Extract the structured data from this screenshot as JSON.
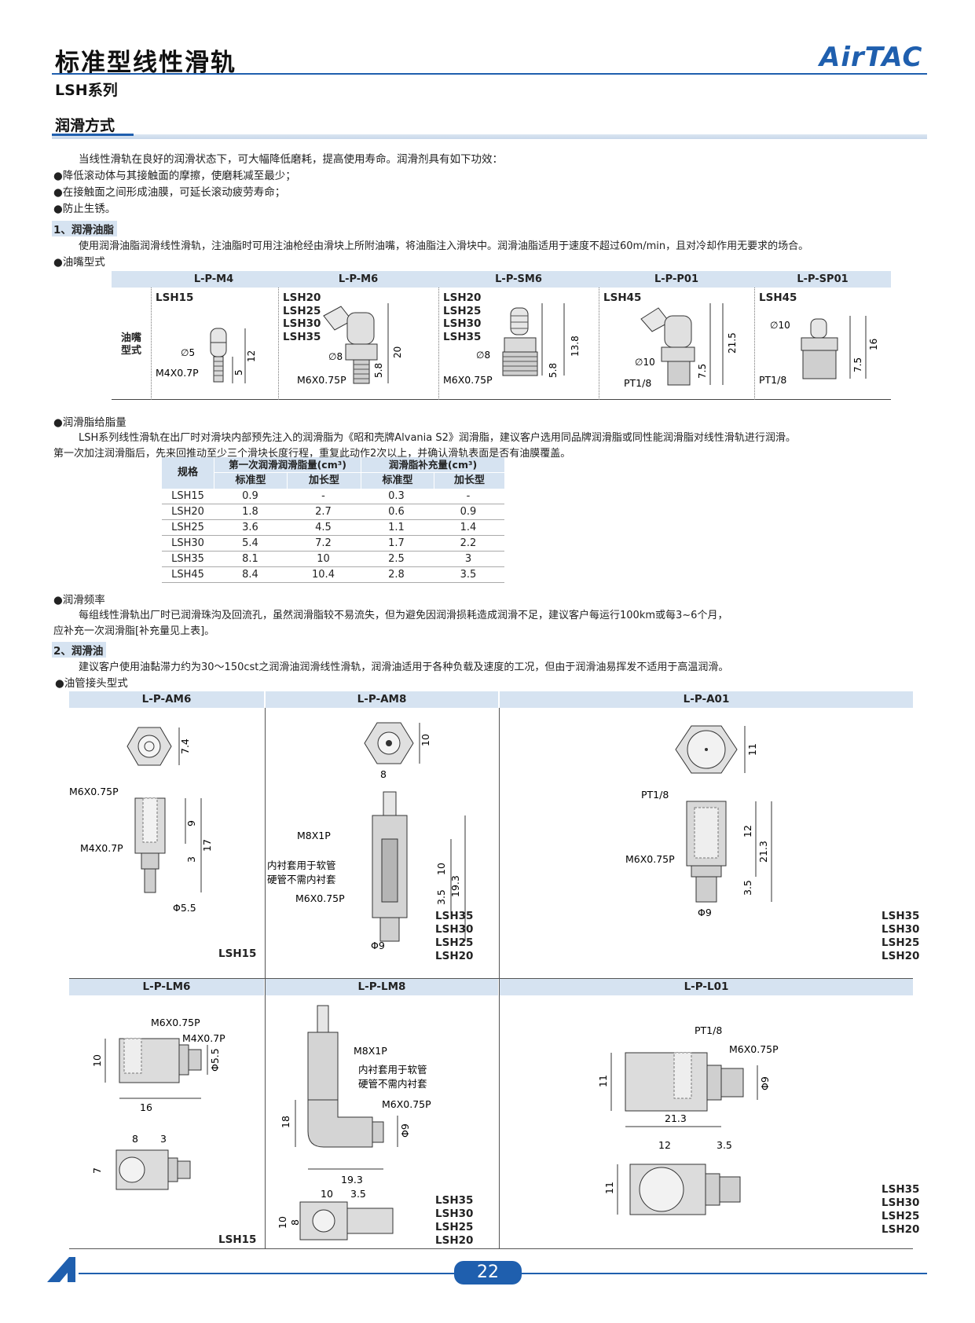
{
  "header": {
    "title": "标准型线性滑轨",
    "series": "LSH系列",
    "logo": "AirTAC"
  },
  "section_title": "润滑方式",
  "intro": {
    "lead": "当线性滑轨在良好的润滑状态下，可大幅降低磨耗，提高使用寿命。润滑剂具有如下功效：",
    "bullets": [
      "●降低滚动体与其接触面的摩擦，使磨耗减至最少；",
      "●在接触面之间形成油膜，可延长滚动疲劳寿命；",
      "●防止生锈。"
    ]
  },
  "grease": {
    "heading": "1、润滑油脂",
    "desc": "使用润滑油脂润滑线性滑轨，注油脂时可用注油枪经由滑块上所附油嘴，将油脂注入滑块中。润滑油脂适用于速度不超过60m/min，且对冷却作用无要求的场合。",
    "nozzle_bullet": "●油嘴型式",
    "row_label": "油嘴型式",
    "nozzles": [
      {
        "code": "L-P-M4",
        "models": [
          "LSH15"
        ],
        "thread": "M4X0.7P",
        "dims": [
          "∅5",
          "5",
          "12"
        ]
      },
      {
        "code": "L-P-M6",
        "models": [
          "LSH20",
          "LSH25",
          "LSH30",
          "LSH35"
        ],
        "thread": "M6X0.75P",
        "dims": [
          "∅8",
          "5.8",
          "20"
        ]
      },
      {
        "code": "L-P-SM6",
        "models": [
          "LSH20",
          "LSH25",
          "LSH30",
          "LSH35"
        ],
        "thread": "M6X0.75P",
        "dims": [
          "∅8",
          "5.8",
          "13.8"
        ]
      },
      {
        "code": "L-P-P01",
        "models": [
          "LSH45"
        ],
        "thread": "PT1/8",
        "dims": [
          "∅10",
          "7.5",
          "21.5"
        ]
      },
      {
        "code": "L-P-SP01",
        "models": [
          "LSH45"
        ],
        "thread": "PT1/8",
        "dims": [
          "∅10",
          "7.5",
          "16"
        ]
      }
    ],
    "amount_bullet": "●润滑脂给脂量",
    "amount_text1": "LSH系列线性滑轨在出厂时对滑块内部预先注入的润滑脂为《昭和壳牌Alvania S2》润滑脂，建议客户选用同品牌润滑脂或同性能润滑脂对线性滑轨进行润滑。",
    "amount_text2": "第一次加注润滑脂后，先来回推动至少三个滑块长度行程，重复此动作2次以上，并确认滑轨表面是否有油膜覆盖。",
    "table": {
      "col_spec": "规格",
      "col_first": "第一次润滑润滑脂量(cm³)",
      "col_refill": "润滑脂补充量(cm³)",
      "sub_std": "标准型",
      "sub_long": "加长型",
      "rows": [
        [
          "LSH15",
          "0.9",
          "-",
          "0.3",
          "-"
        ],
        [
          "LSH20",
          "1.8",
          "2.7",
          "0.6",
          "0.9"
        ],
        [
          "LSH25",
          "3.6",
          "4.5",
          "1.1",
          "1.4"
        ],
        [
          "LSH30",
          "5.4",
          "7.2",
          "1.7",
          "2.2"
        ],
        [
          "LSH35",
          "8.1",
          "10",
          "2.5",
          "3"
        ],
        [
          "LSH45",
          "8.4",
          "10.4",
          "2.8",
          "3.5"
        ]
      ]
    },
    "freq_bullet": "●润滑频率",
    "freq_text1": "每组线性滑轨出厂时已润滑珠沟及回流孔，虽然润滑脂较不易流失，但为避免因润滑损耗造成润滑不足，建议客户每运行100km或每3~6个月，",
    "freq_text2": "应补充一次润滑脂[补充量见上表]。"
  },
  "oil": {
    "heading": "2、润滑油",
    "desc": "建议客户使用油黏滞力约为30～150cst之润滑油润滑线性滑轨，润滑油适用于各种负载及速度的工况，但由于润滑油易挥发不适用于高温润滑。",
    "joint_bullet": "●油管接头型式",
    "fittings": [
      {
        "code": "L-P-AM6",
        "models": [
          "LSH15"
        ],
        "labels": [
          "M6X0.75P",
          "M4X0.7P",
          "Φ5.5",
          "7.4",
          "9",
          "3",
          "17"
        ]
      },
      {
        "code": "L-P-AM8",
        "models": [
          "LSH35",
          "LSH30",
          "LSH25",
          "LSH20"
        ],
        "labels": [
          "M8X1P",
          "内衬套用于软管",
          "硬管不需内衬套",
          "M6X0.75P",
          "Φ9",
          "8",
          "10",
          "10",
          "3.5",
          "19.3"
        ]
      },
      {
        "code": "L-P-A01",
        "models": [
          "LSH35",
          "LSH30",
          "LSH25",
          "LSH20"
        ],
        "labels": [
          "PT1/8",
          "M6X0.75P",
          "Φ9",
          "11",
          "12",
          "21.3",
          "3.5"
        ]
      },
      {
        "code": "L-P-LM6",
        "models": [
          "LSH15"
        ],
        "labels": [
          "M6X0.75P",
          "M4X0.7P",
          "Φ5.5",
          "10",
          "16",
          "8",
          "3",
          "7"
        ]
      },
      {
        "code": "L-P-LM8",
        "models": [
          "LSH35",
          "LSH30",
          "LSH25",
          "LSH20"
        ],
        "labels": [
          "M8X1P",
          "内衬套用于软管",
          "硬管不需内衬套",
          "M6X0.75P",
          "Φ9",
          "18",
          "19.3",
          "10",
          "3.5",
          "10",
          "8"
        ]
      },
      {
        "code": "L-P-L01",
        "models": [
          "LSH35",
          "LSH30",
          "LSH25",
          "LSH20"
        ],
        "labels": [
          "PT1/8",
          "M6X0.75P",
          "Φ9",
          "11",
          "21.3",
          "12",
          "3.5",
          "11"
        ]
      }
    ]
  },
  "footer": {
    "page": "22"
  }
}
